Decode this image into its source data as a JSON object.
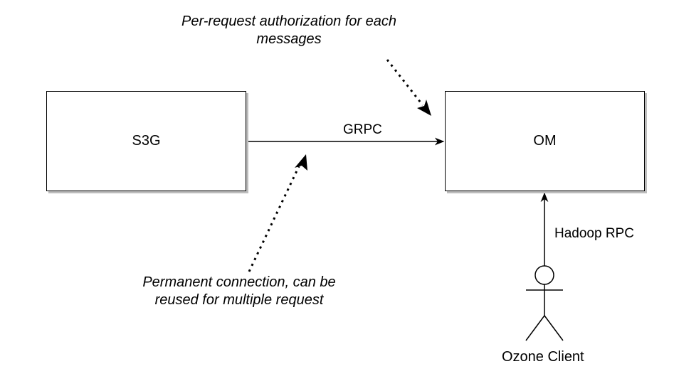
{
  "nodes": {
    "s3g": {
      "label": "S3G"
    },
    "om": {
      "label": "OM"
    },
    "client": {
      "label": "Ozone Client"
    }
  },
  "edges": {
    "grpc": {
      "label": "GRPC"
    },
    "hadoop_rpc": {
      "label": "Hadoop RPC"
    }
  },
  "annotations": {
    "top_line1": "Per-request authorization for each",
    "top_line2": "messages",
    "bottom_line1": "Permanent connection, can be",
    "bottom_line2": "reused for multiple request"
  }
}
